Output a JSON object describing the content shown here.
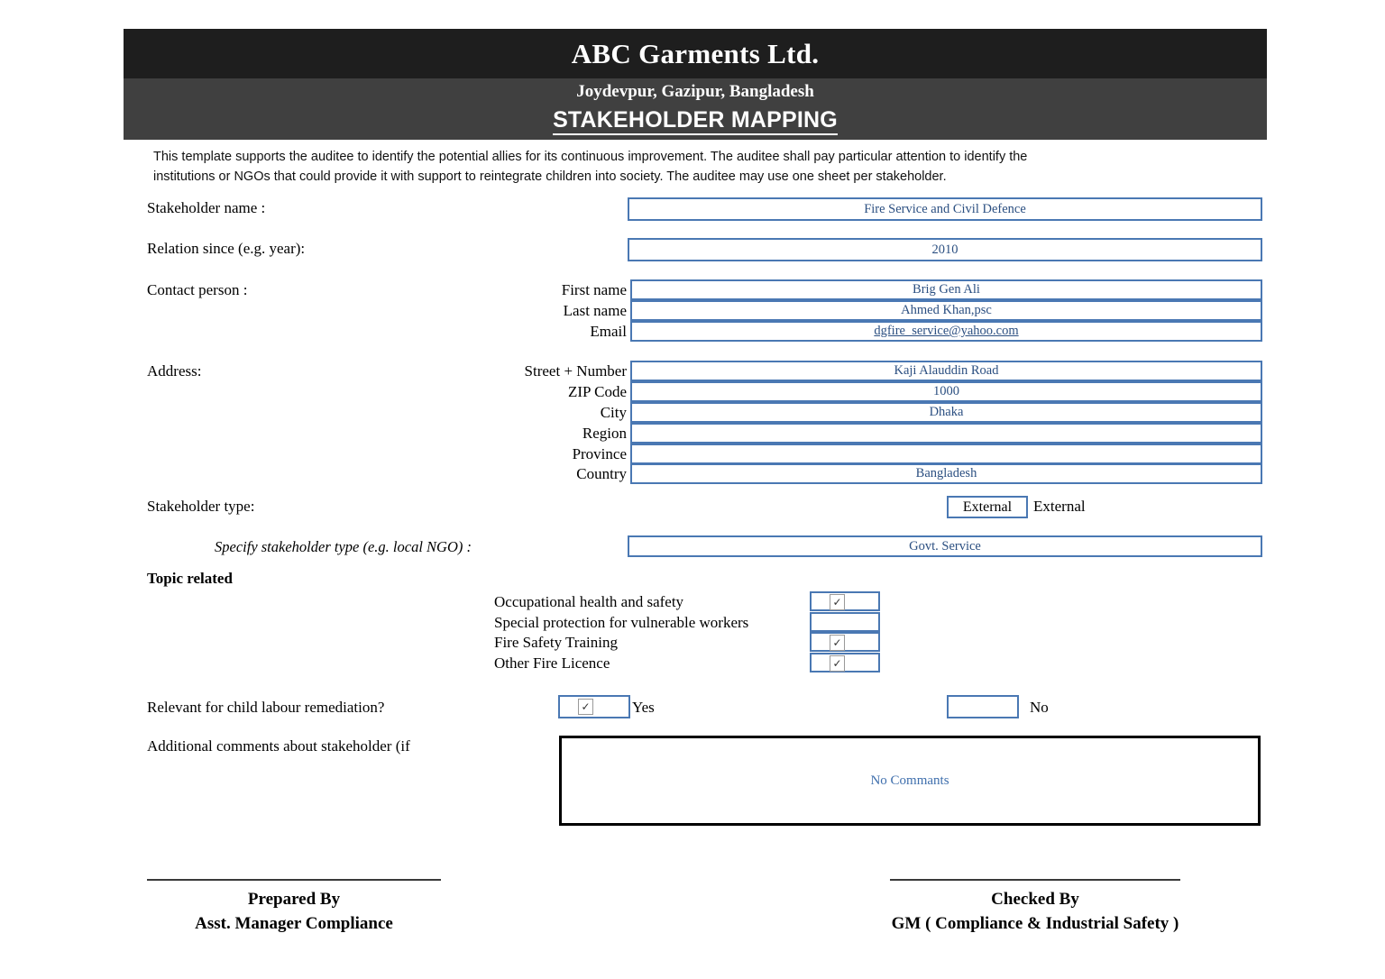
{
  "header": {
    "company": "ABC Garments Ltd.",
    "address": "Joydevpur, Gazipur, Bangladesh",
    "doc_title": "STAKEHOLDER MAPPING",
    "bar_color": "#1e1e1e",
    "band_color": "#404040"
  },
  "intro": "This template supports the auditee to identify the potential allies for its continuous improvement. The auditee shall pay particular attention to identify the institutions or NGOs that could provide it with support to reintegrate children into society. The auditee may use one sheet per stakeholder.",
  "form": {
    "stakeholder_name_label": "Stakeholder name :",
    "stakeholder_name_value": "Fire Service and Civil Defence",
    "relation_since_label": "Relation since (e.g. year):",
    "relation_since_value": "2010",
    "contact_person_label": "Contact person :",
    "contact_fields": [
      {
        "label": "First name",
        "value": "Brig Gen Ali"
      },
      {
        "label": "Last name",
        "value": "Ahmed Khan,psc"
      },
      {
        "label": "Email",
        "value": "dgfire_service@yahoo.com"
      }
    ],
    "address_label": "Address:",
    "address_fields": [
      {
        "label": "Street + Number",
        "value": "Kaji Alauddin Road"
      },
      {
        "label": "ZIP Code",
        "value": "1000"
      },
      {
        "label": "City",
        "value": "Dhaka"
      },
      {
        "label": "Region",
        "value": ""
      },
      {
        "label": "Province",
        "value": ""
      },
      {
        "label": "Country",
        "value": "Bangladesh"
      }
    ],
    "stakeholder_type_label": "Stakeholder type:",
    "stakeholder_type_selected": "External",
    "stakeholder_type_text": "External",
    "specify_type_label": "Specify stakeholder type (e.g. local NGO)  :",
    "specify_type_value": "Govt. Service"
  },
  "topic": {
    "heading": "Topic related",
    "items": [
      {
        "label": "Occupational health and safety",
        "checked": true
      },
      {
        "label": "Special protection for vulnerable workers",
        "checked": false
      },
      {
        "label": "Fire Safety Training",
        "checked": true
      },
      {
        "label": "Other Fire Licence",
        "checked": true
      }
    ],
    "check_glyph": "✓"
  },
  "child_labour": {
    "question": "Relevant for child labour remediation?",
    "yes_label": "Yes",
    "no_label": "No",
    "yes_checked": true,
    "no_checked": false
  },
  "comments": {
    "label": "Additional comments about stakeholder (if ",
    "value": "No Commants"
  },
  "footer": {
    "prepared_by": "Prepared By",
    "prepared_by_role": "Asst. Manager Compliance",
    "checked_by": "Checked By",
    "checked_by_role": "GM ( Compliance & Industrial Safety )"
  },
  "colors": {
    "field_border": "#4a78b3",
    "field_text": "#2b4f81",
    "comment_text": "#3f6fad"
  }
}
